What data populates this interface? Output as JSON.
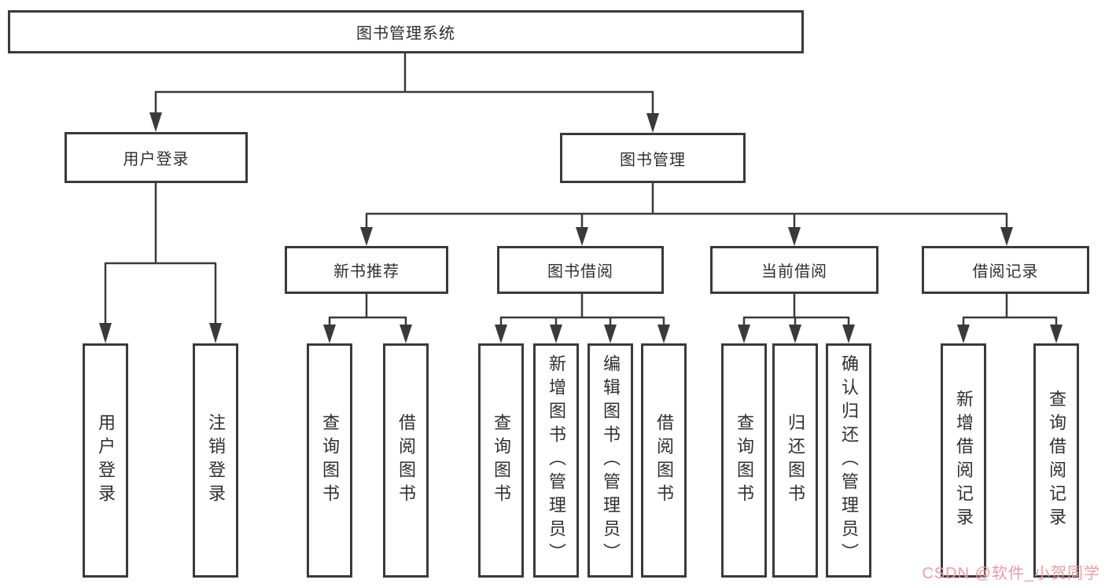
{
  "diagram": {
    "root": {
      "label": "图书管理系统"
    },
    "branches": [
      {
        "label": "用户登录",
        "children": [
          {
            "label": "用户登录"
          },
          {
            "label": "注销登录"
          }
        ]
      },
      {
        "label": "图书管理",
        "children": [
          {
            "label": "新书推荐",
            "children": [
              {
                "label": "查询图书"
              },
              {
                "label": "借阅图书"
              }
            ]
          },
          {
            "label": "图书借阅",
            "children": [
              {
                "label": "查询图书"
              },
              {
                "label": "新增图书（管理员）"
              },
              {
                "label": "编辑图书（管理员）"
              },
              {
                "label": "借阅图书"
              }
            ]
          },
          {
            "label": "当前借阅",
            "children": [
              {
                "label": "查询图书"
              },
              {
                "label": "归还图书"
              },
              {
                "label": "确认归还（管理员）"
              }
            ]
          },
          {
            "label": "借阅记录",
            "children": [
              {
                "label": "新增借阅记录"
              },
              {
                "label": "查询借阅记录"
              }
            ]
          }
        ]
      }
    ]
  },
  "watermark": {
    "text": "CSDN @软件_小贺同学",
    "color": "#ef9aa2"
  },
  "colors": {
    "line": "#3a3a3a",
    "border": "#3a3a3a",
    "text": "#2f2f2f",
    "background": "#ffffff"
  }
}
